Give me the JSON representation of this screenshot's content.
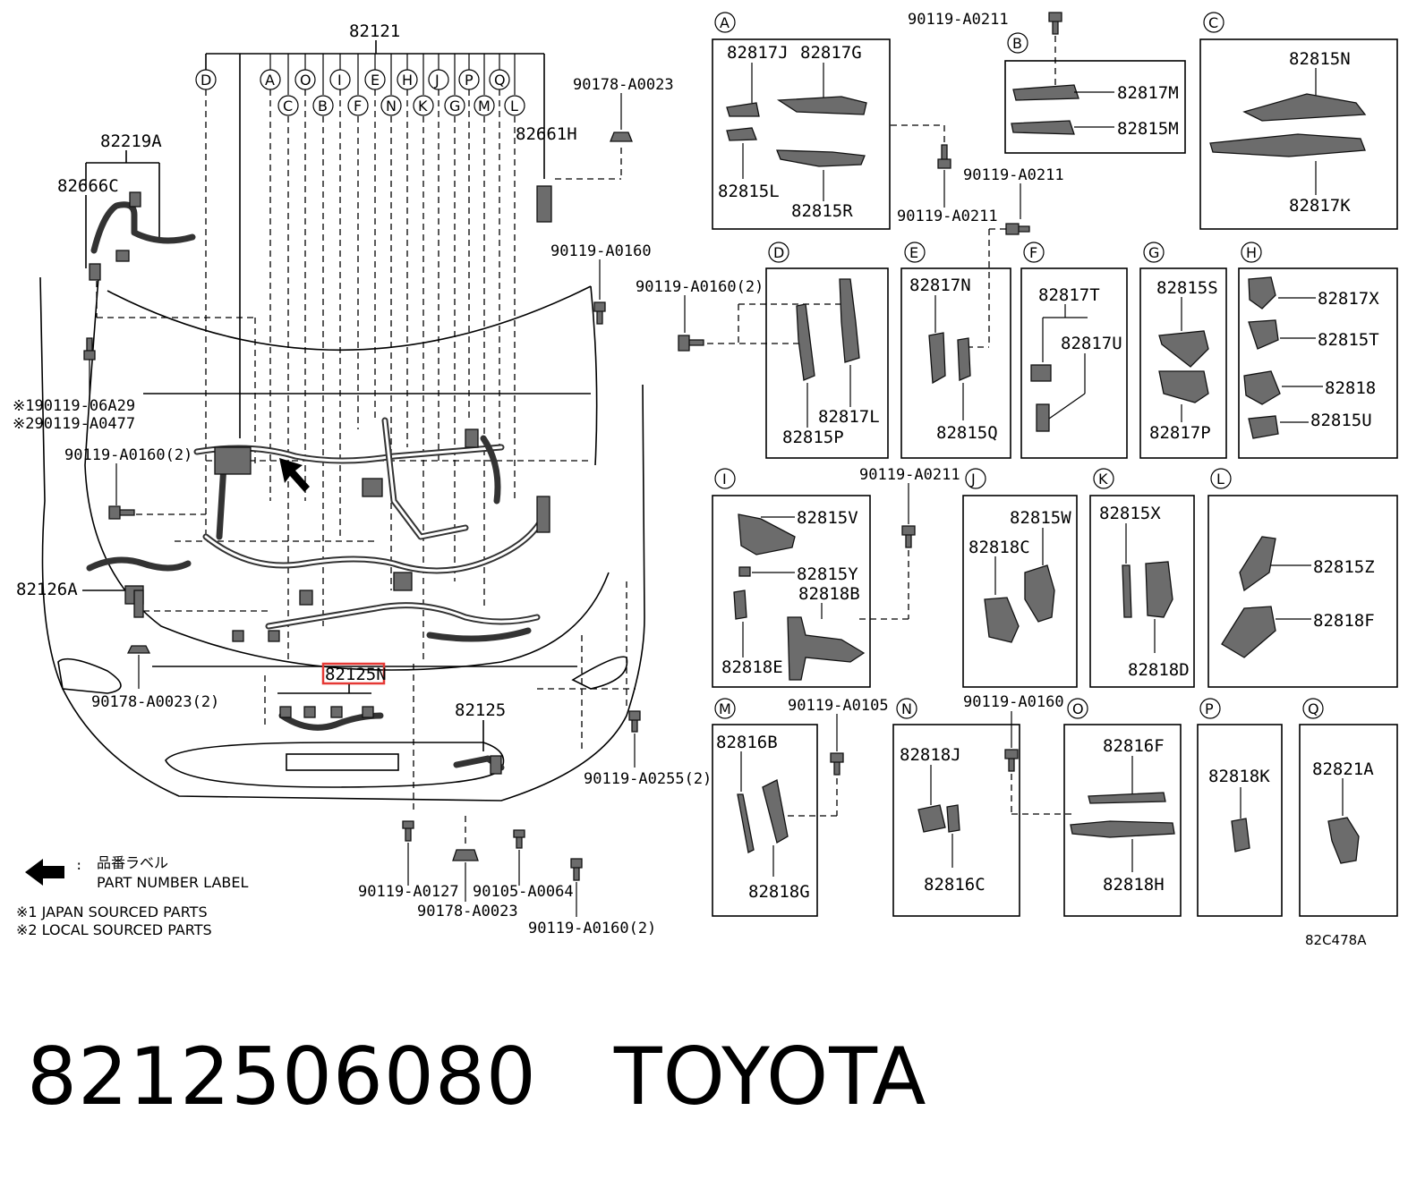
{
  "labels": {
    "main_harness": "82121",
    "circle_letters_top": [
      "D",
      "A",
      "O",
      "I",
      "E",
      "H",
      "J",
      "P",
      "Q"
    ],
    "circle_letters_bottom": [
      "C",
      "B",
      "F",
      "N",
      "K",
      "G",
      "M",
      "L"
    ],
    "p82219A": "82219A",
    "p82666C": "82666C",
    "p82661H": "82661H",
    "p90178_A0023_top": "90178-A0023",
    "p90119_A0160_right": "90119-A0160",
    "p190119_06A29": "※190119-06A29",
    "p290119_A0477": "※290119-A0477",
    "p90119_A0160_2_left": "90119-A0160(2)",
    "p82126A": "82126A",
    "p90178_A0023_2": "90178-A0023(2)",
    "p82125N": "82125N",
    "p82125": "82125",
    "p90119_A0255_2": "90119-A0255(2)",
    "p90119_A0127": "90119-A0127",
    "p90105_A0064": "90105-A0064",
    "p90178_A0023_bottom": "90178-A0023",
    "p90119_A0160_2_bottom": "90119-A0160(2)"
  },
  "legend": {
    "label_jp": "品番ラベル",
    "label_en": "PART NUMBER LABEL",
    "note1": "※1 JAPAN SOURCED PARTS",
    "note2": "※2 LOCAL SOURCED PARTS"
  },
  "panels": {
    "A": {
      "letter": "A",
      "parts": [
        "82817J",
        "82817G",
        "82815L",
        "82815R"
      ]
    },
    "B": {
      "letter": "B",
      "parts": [
        "82817M",
        "82815M"
      ]
    },
    "C": {
      "letter": "C",
      "parts": [
        "82815N",
        "82817K"
      ]
    },
    "D": {
      "letter": "D",
      "parts": [
        "82817L",
        "82815P"
      ]
    },
    "E": {
      "letter": "E",
      "parts": [
        "82817N",
        "82815Q"
      ]
    },
    "F": {
      "letter": "F",
      "parts": [
        "82817T",
        "82817U"
      ]
    },
    "G": {
      "letter": "G",
      "parts": [
        "82815S",
        "82817P"
      ]
    },
    "H": {
      "letter": "H",
      "parts": [
        "82817X",
        "82815T",
        "82818",
        "82815U"
      ]
    },
    "I": {
      "letter": "I",
      "parts": [
        "82815V",
        "82815Y",
        "82818B",
        "82818E"
      ]
    },
    "J": {
      "letter": "J",
      "parts": [
        "82815W",
        "82818C"
      ]
    },
    "K": {
      "letter": "K",
      "parts": [
        "82815X",
        "82818D"
      ]
    },
    "L": {
      "letter": "L",
      "parts": [
        "82815Z",
        "82818F"
      ]
    },
    "M": {
      "letter": "M",
      "parts": [
        "82816B",
        "82818G"
      ]
    },
    "N": {
      "letter": "N",
      "parts": [
        "82818J",
        "82816C"
      ]
    },
    "O": {
      "letter": "O",
      "parts": [
        "82816F",
        "82818H"
      ]
    },
    "P": {
      "letter": "P",
      "parts": [
        "82818K"
      ]
    },
    "Q": {
      "letter": "Q",
      "parts": [
        "82821A"
      ]
    }
  },
  "right_fasteners": {
    "f_top": "90119-A0211",
    "f_mid1": "90119-A0211",
    "f_mid2": "90119-A0211",
    "f_d": "90119-A0160(2)",
    "f_i": "90119-A0211",
    "f_m": "90119-A0105",
    "f_o": "90119-A0160"
  },
  "illustration_code": "82C478A",
  "footer": {
    "part_number": "8212506080",
    "brand": "TOYOTA"
  },
  "colors": {
    "highlight_box": "#e53935"
  }
}
